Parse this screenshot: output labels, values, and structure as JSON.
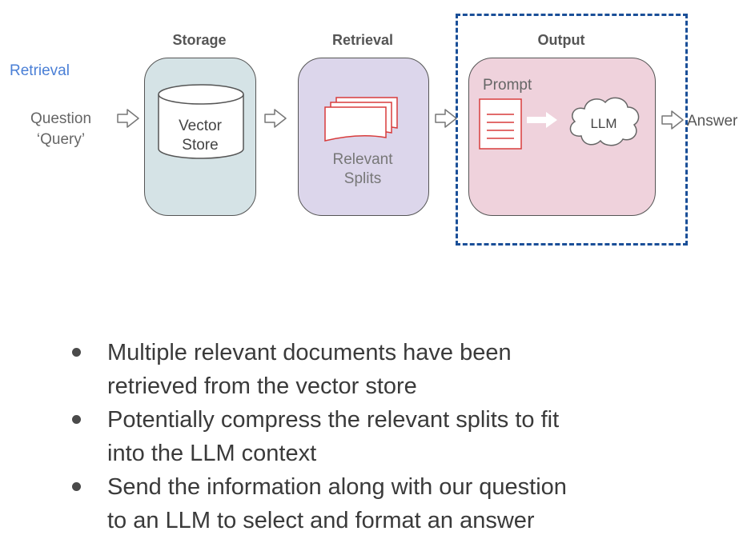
{
  "diagram": {
    "side_label": "Retrieval",
    "question_label": [
      "Question",
      "‘Query’"
    ],
    "stages": [
      {
        "header": "Storage",
        "content": [
          "Vector",
          "Store"
        ]
      },
      {
        "header": "Retrieval",
        "content": [
          "Relevant",
          "Splits"
        ]
      },
      {
        "header": "Output",
        "prompt_label": "Prompt",
        "llm_label": "LLM"
      }
    ],
    "answer_label": "Answer",
    "colors": {
      "storage_fill": "#d5e3e6",
      "retrieval_fill": "#dcd6eb",
      "output_fill": "#efd2dc",
      "highlight_border": "#1a4f98",
      "doc_red": "#d83c3c",
      "side_label_blue": "#4a7fd6"
    }
  },
  "bullets": [
    [
      "Multiple relevant documents have been",
      "retrieved from the vector store"
    ],
    [
      "Potentially compress the relevant splits to fit",
      "into the LLM context"
    ],
    [
      "Send the information along with our question",
      "to an LLM to select and format an answer"
    ]
  ]
}
